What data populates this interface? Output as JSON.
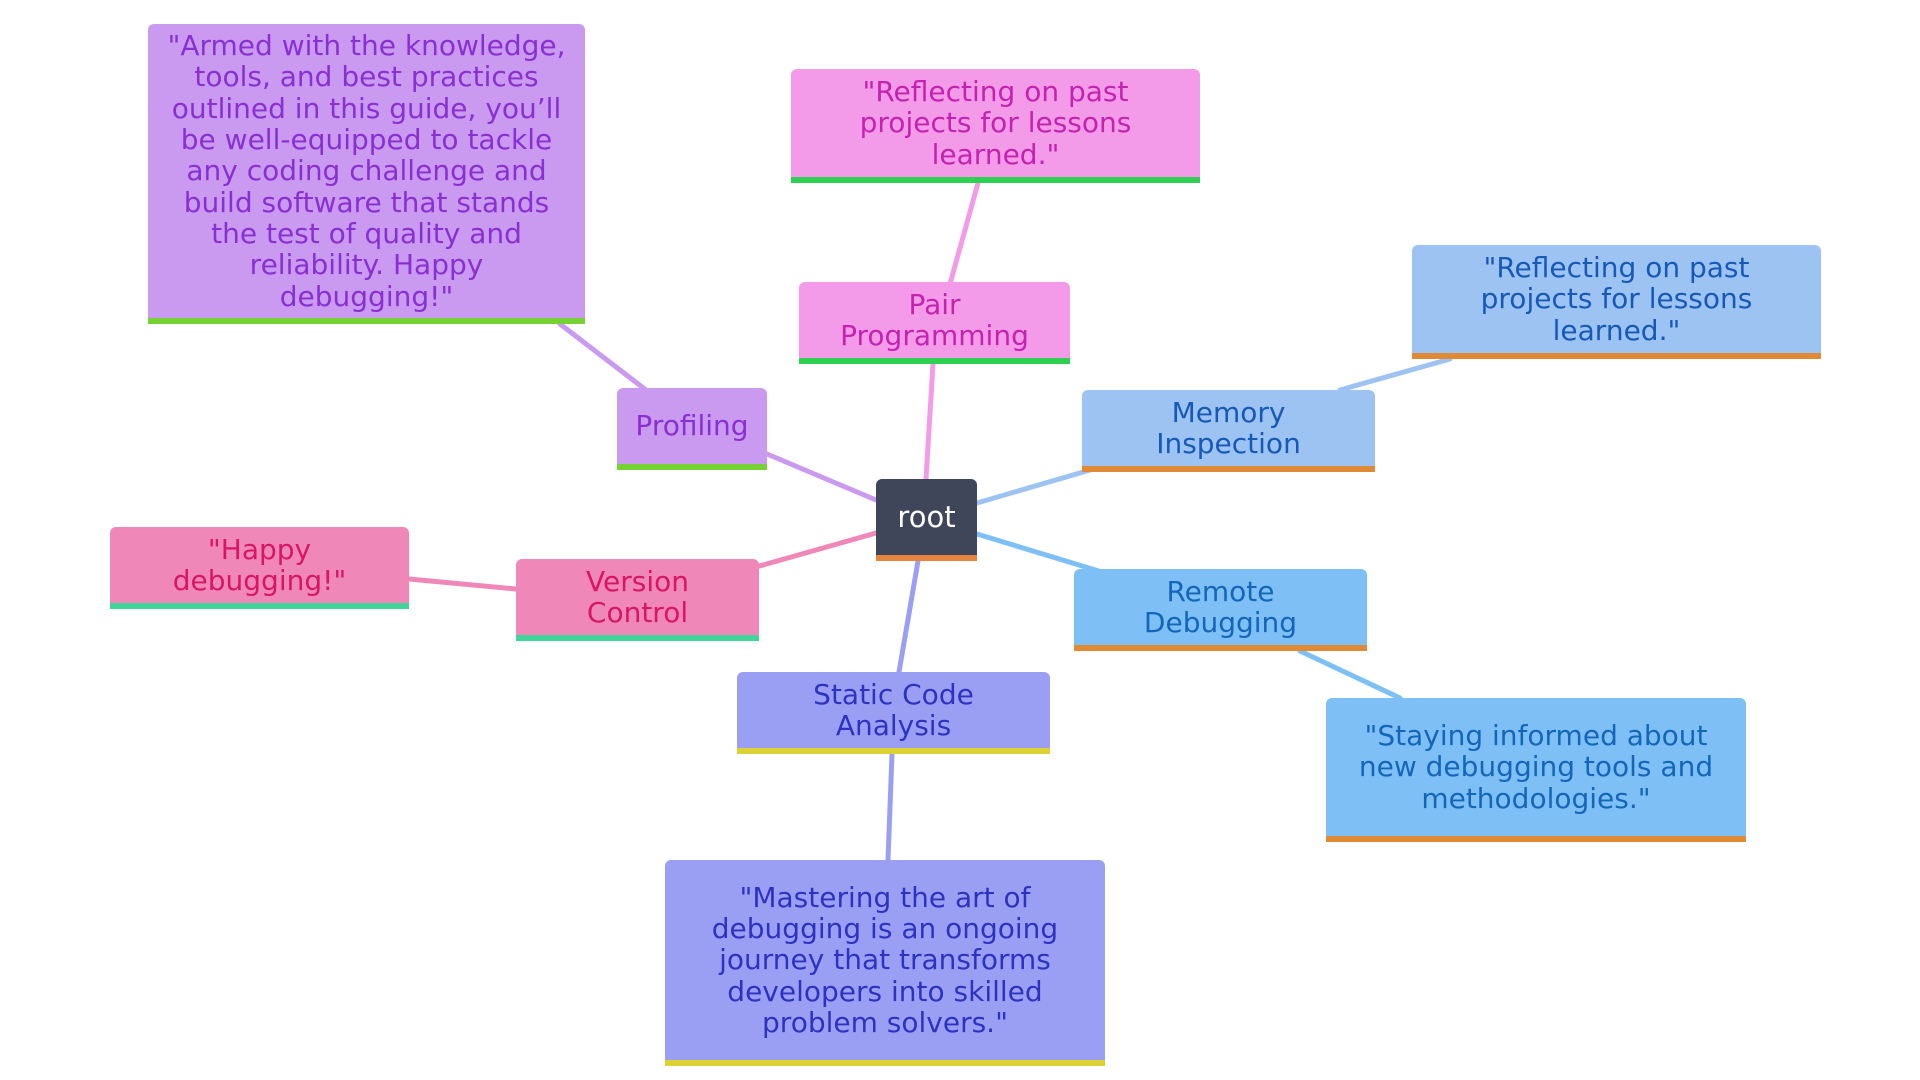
{
  "root": {
    "label": "root",
    "color": "#3f4659",
    "accent": "#e6843e"
  },
  "branches": [
    {
      "key": "profiling",
      "label": "Profiling",
      "leaf": "\"Armed with the knowledge, tools, and best practices outlined in this guide, you’ll be well-equipped to tackle any coding challenge and build software that stands the test of quality and reliability. Happy debugging!\"",
      "fill": "#c99af0",
      "text_color": "#8a2fd1",
      "underline": "#76d233",
      "edge_color": "#c99af0"
    },
    {
      "key": "pair",
      "label": "Pair Programming",
      "leaf": "\"Reflecting on past projects for lessons learned.\"",
      "fill": "#f39be8",
      "text_color": "#c422b0",
      "underline": "#2ed052",
      "edge_color": "#f39be8"
    },
    {
      "key": "memory",
      "label": "Memory Inspection",
      "leaf": "\"Reflecting on past projects for lessons learned.\"",
      "fill": "#9cc3f2",
      "text_color": "#1759b6",
      "underline": "#e08a36",
      "edge_color": "#9cc3f2"
    },
    {
      "key": "remote",
      "label": "Remote Debugging",
      "leaf": "\"Staying informed about new debugging tools and methodologies.\"",
      "fill": "#7ec0f6",
      "text_color": "#1467b8",
      "underline": "#e08a36",
      "edge_color": "#7ec0f6"
    },
    {
      "key": "version",
      "label": "Version Control",
      "leaf": "\"Happy debugging!\"",
      "fill": "#ef88b9",
      "text_color": "#d91565",
      "underline": "#3ed49a",
      "edge_color": "#ef88b9"
    },
    {
      "key": "static",
      "label": "Static Code Analysis",
      "leaf": "\"Mastering the art of debugging is an ongoing journey that transforms developers into skilled problem solvers.\"",
      "fill": "#9b9ff3",
      "text_color": "#2d33c0",
      "underline": "#ddd033",
      "edge_color": "#9b9ff3"
    }
  ]
}
